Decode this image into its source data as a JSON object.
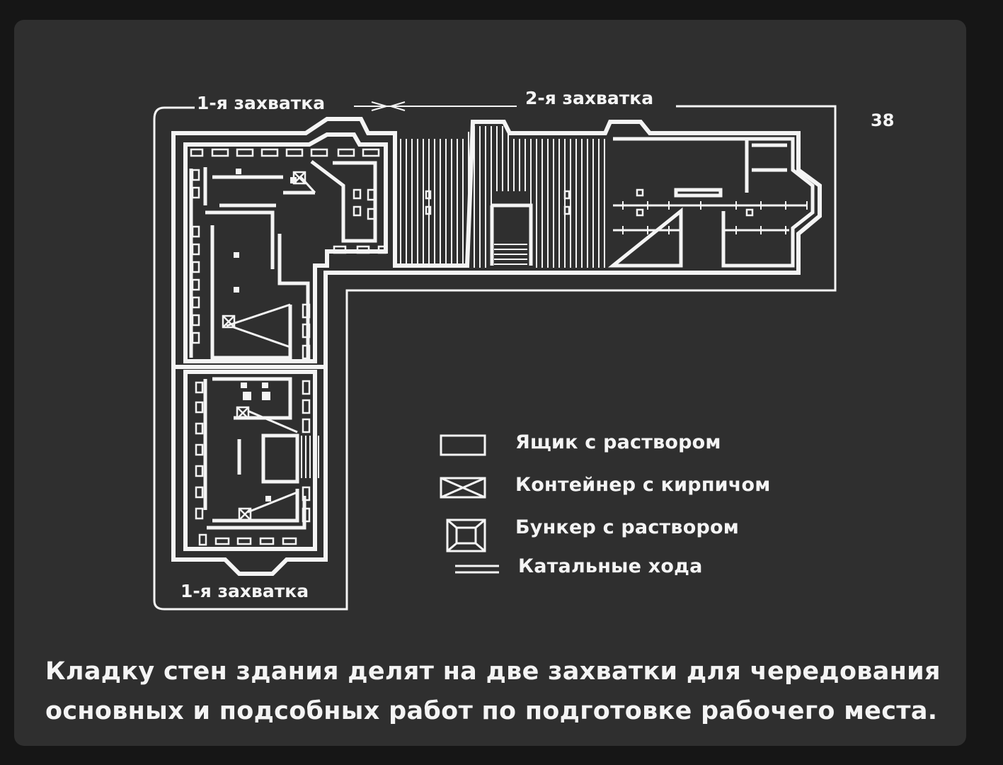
{
  "plan": {
    "labels": {
      "zone1_top": "1-я захватка",
      "zone2_top": "2-я захватка",
      "zone1_bottom": "1-я захватка"
    },
    "slide_number": "38"
  },
  "legend": {
    "items": [
      {
        "icon": "mortar-box-icon",
        "label": "Ящик с раствором"
      },
      {
        "icon": "brick-container-icon",
        "label": "Контейнер с кирпичом"
      },
      {
        "icon": "mortar-hopper-icon",
        "label": "Бункер с раствором"
      },
      {
        "icon": "wheelbarrow-path-icon",
        "label": "Катальные хода"
      }
    ]
  },
  "caption": {
    "line1": "Кладку стен здания делят на две захватки для чередования",
    "line2": "основных и подсобных работ по подготовке рабочего места."
  },
  "colors": {
    "background": "#2f2f2f",
    "lines": "#f4f4f4",
    "frame": "#161616"
  }
}
